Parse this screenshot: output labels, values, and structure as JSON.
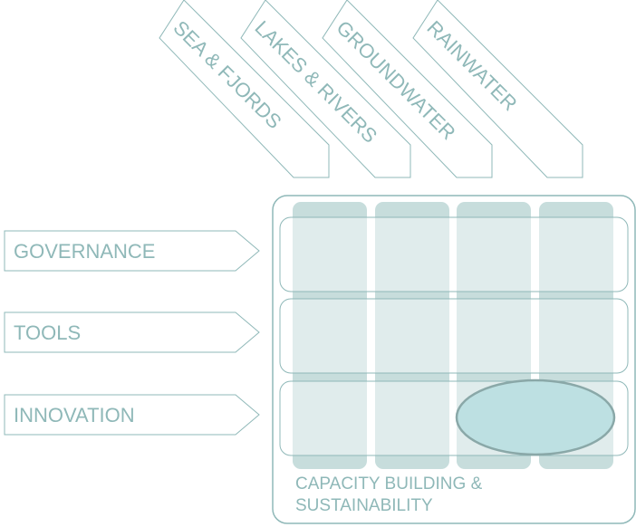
{
  "columns": [
    {
      "label": "SEA & FJORDS"
    },
    {
      "label": "LAKES & RIVERS"
    },
    {
      "label": "GROUNDWATER"
    },
    {
      "label": "RAINWATER"
    }
  ],
  "rows": [
    {
      "label": "GOVERNANCE"
    },
    {
      "label": "TOOLS"
    },
    {
      "label": "INNOVATION"
    }
  ],
  "footer": {
    "line1": "CAPACITY BUILDING &",
    "line2": "SUSTAINABILITY"
  },
  "colors": {
    "outline": "#8fb8b8",
    "column_fill": "#c7dddc",
    "row_fill": "#e6efee",
    "highlight_fill": "#bde0e2",
    "highlight_stroke": "#8aa8a8",
    "text": "#8fb8b8"
  }
}
